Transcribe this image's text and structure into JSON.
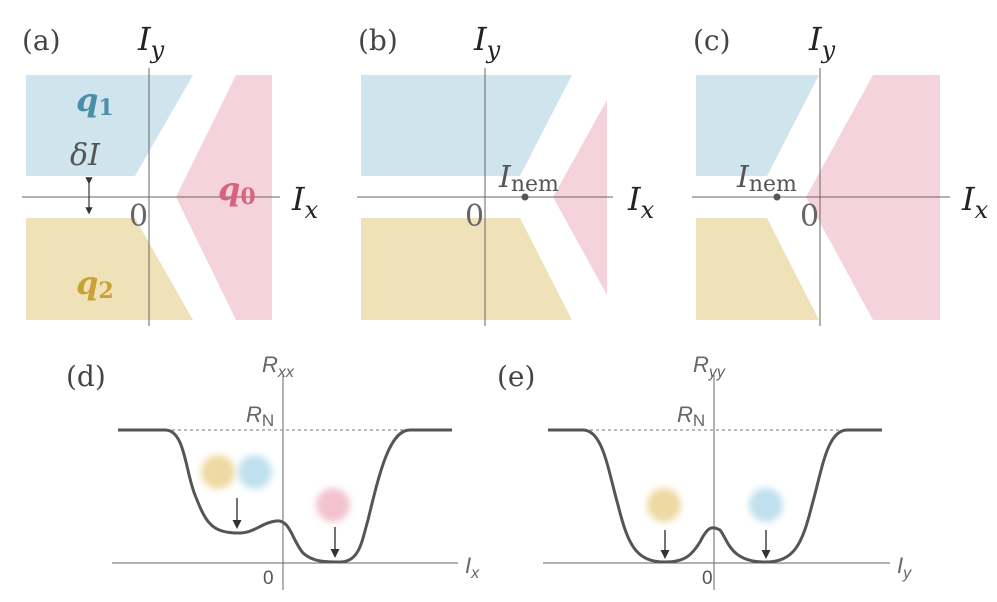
{
  "colors": {
    "blue": "#cfe4ed",
    "pink": "#f5d3dc",
    "yellow": "#efe2b8",
    "axis": "#666666",
    "curve": "#555555",
    "q1_text": "#4a8fa8",
    "q0_text": "#d9637e",
    "q2_text": "#c9a233",
    "dot_yellow": "#eed9a3",
    "dot_blue": "#bfe0ee",
    "dot_pink": "#f2c3cf"
  },
  "panels": {
    "a": {
      "label": "(a)",
      "y_axis": "I",
      "y_sub": "y",
      "x_axis": "I",
      "x_sub": "x",
      "origin": "0",
      "q1": "q",
      "q1_sub": "1",
      "q0": "q",
      "q0_sub": "0",
      "q2": "q",
      "q2_sub": "2",
      "delta": "δI"
    },
    "b": {
      "label": "(b)",
      "y_axis": "I",
      "y_sub": "y",
      "x_axis": "I",
      "x_sub": "x",
      "origin": "0",
      "nem": "I",
      "nem_sub": "nem"
    },
    "c": {
      "label": "(c)",
      "y_axis": "I",
      "y_sub": "y",
      "x_axis": "I",
      "x_sub": "x",
      "origin": "0",
      "nem": "I",
      "nem_sub": "nem"
    },
    "d": {
      "label": "(d)",
      "y_axis": "R",
      "y_sub": "xx",
      "x_axis": "I",
      "x_sub": "x",
      "rn": "R",
      "rn_sub": "N",
      "origin": "0"
    },
    "e": {
      "label": "(e)",
      "y_axis": "R",
      "y_sub": "yy",
      "x_axis": "I",
      "x_sub": "y",
      "rn": "R",
      "rn_sub": "N",
      "origin": "0"
    }
  }
}
